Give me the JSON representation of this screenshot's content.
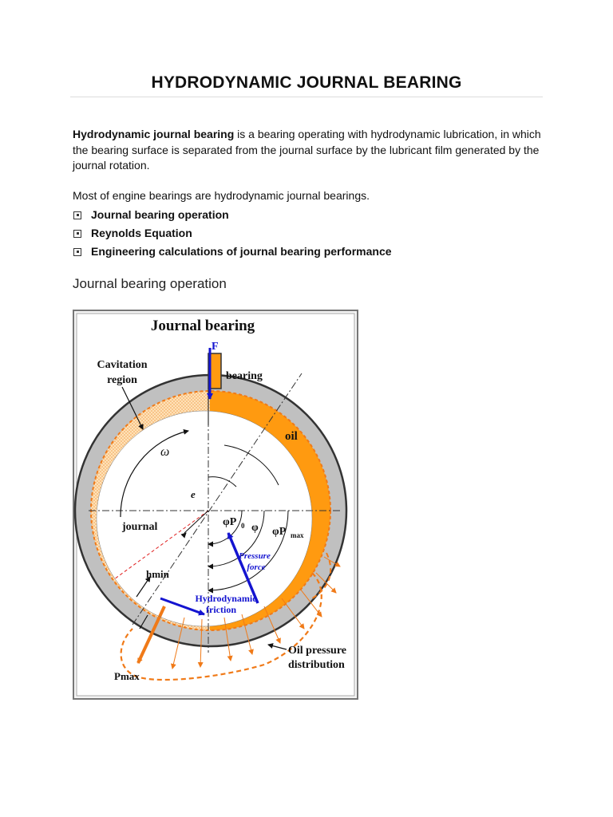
{
  "page": {
    "title": "HYDRODYNAMIC JOURNAL BEARING",
    "intro_bold": "Hydrodynamic journal bearing",
    "intro_rest": " is a bearing operating with hydrodynamic lubrication, in which the bearing surface is separated from the journal surface by the lubricant film generated by the journal rotation.",
    "engine_note": "Most of engine bearings are hydrodynamic journal bearings.",
    "links": [
      "Journal bearing operation",
      "Reynolds Equation",
      "Engineering calculations of journal bearing performance"
    ],
    "section_heading": "Journal bearing operation"
  },
  "figure": {
    "title": "Journal bearing",
    "labels": {
      "force": "F",
      "cavitation": "Cavitation",
      "region": "region",
      "bearing": "bearing",
      "oil": "oil",
      "omega": "ω",
      "eccentricity": "e",
      "journal": "journal",
      "phi_p0": "φP",
      "phi_p0_sub": "0",
      "phi": "φ",
      "phi_pmax": "φP",
      "phi_pmax_sub": "max",
      "pressure_1": "Pressure",
      "pressure_2": "force",
      "hmin": "hmin",
      "hydro_1": "Hydrodynamic",
      "hydro_2": "friction",
      "oil_pressure_1": "Oil pressure",
      "oil_pressure_2": "distribution",
      "pmax": "Pmax"
    },
    "colors": {
      "bearing": "#c0c0c0",
      "oil": "#ff9a10",
      "arrow_blue": "#1414d0",
      "pressure_orange": "#f07a18",
      "hatch": "#ffd9a8"
    }
  }
}
